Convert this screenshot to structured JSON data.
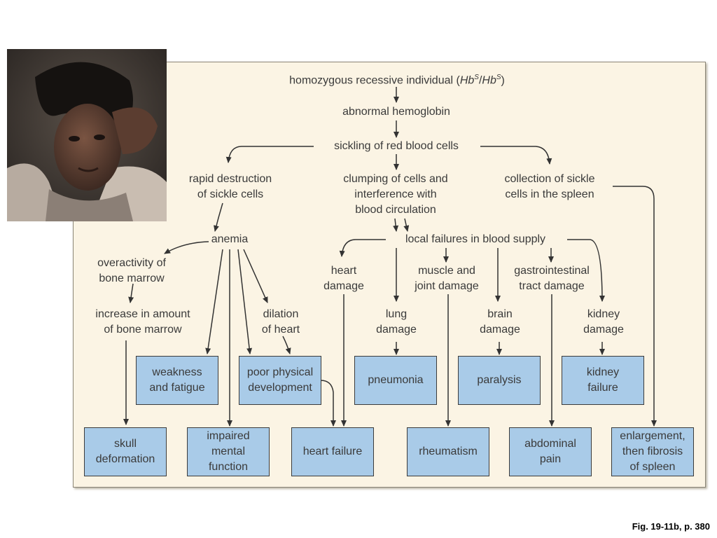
{
  "diagram": {
    "title_pre": "homozygous recessive individual (",
    "hb1": "Hb",
    "sup1": "S",
    "slash": "/",
    "hb2": "Hb",
    "sup2": "S",
    "title_post": ")",
    "nodes": {
      "abnormal": "abnormal hemoglobin",
      "sickling": "sickling of red blood cells",
      "rapid": "rapid destruction\nof sickle cells",
      "clumping": "clumping of cells and\ninterference with\nblood circulation",
      "collection": "collection of sickle\ncells in the spleen",
      "anemia": "anemia",
      "local": "local failures in blood supply",
      "overactivity": "overactivity of\nbone marrow",
      "increase": "increase in amount\nof bone marrow",
      "dilation": "dilation\nof heart",
      "heart_damage": "heart\ndamage",
      "muscle": "muscle and\njoint damage",
      "gi": "gastrointestinal\ntract damage",
      "lung": "lung\ndamage",
      "brain": "brain\ndamage",
      "kidney_damage": "kidney\ndamage"
    },
    "boxes": {
      "weakness": "weakness\nand fatigue",
      "poor": "poor physical\ndevelopment",
      "pneumonia": "pneumonia",
      "paralysis": "paralysis",
      "kidney_failure": "kidney\nfailure",
      "skull": "skull\ndeformation",
      "impaired": "impaired\nmental\nfunction",
      "heart_failure": "heart failure",
      "rheumatism": "rheumatism",
      "abdominal": "abdominal\npain",
      "enlargement": "enlargement,\nthen fibrosis\nof spleen"
    },
    "colors": {
      "panel": "#fbf4e4",
      "box": "#a9cbe8",
      "line": "#333333"
    }
  },
  "caption": "Fig. 19-11b, p. 380"
}
